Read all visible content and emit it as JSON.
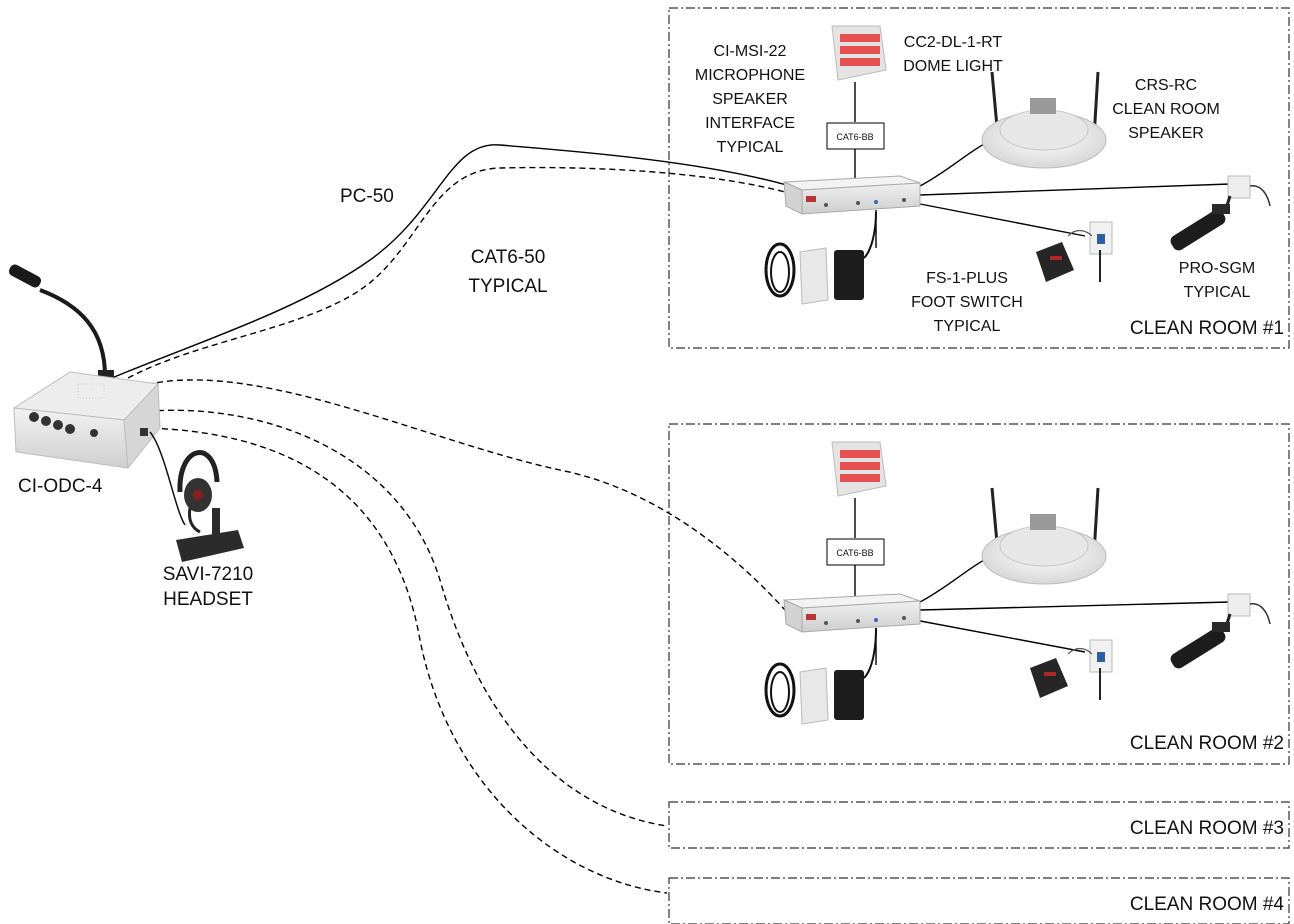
{
  "labels": {
    "console": "CI-ODC-4",
    "headset_line1": "SAVI-7210",
    "headset_line2": "HEADSET",
    "pc_cable": "PC-50",
    "cat_cable_line1": "CAT6-50",
    "cat_cable_line2": "TYPICAL",
    "interface_line1": "CI-MSI-22",
    "interface_line2": "MICROPHONE",
    "interface_line3": "SPEAKER",
    "interface_line4": "INTERFACE",
    "interface_line5": "TYPICAL",
    "dome_line1": "CC2-DL-1-RT",
    "dome_line2": "DOME LIGHT",
    "speaker_line1": "CRS-RC",
    "speaker_line2": "CLEAN ROOM",
    "speaker_line3": "SPEAKER",
    "footswitch_line1": "FS-1-PLUS",
    "footswitch_line2": "FOOT SWITCH",
    "footswitch_line3": "TYPICAL",
    "mic_line1": "PRO-SGM",
    "mic_line2": "TYPICAL",
    "breakout_box_1": "CAT6-BB",
    "breakout_box_2": "CAT6-BB"
  },
  "rooms": [
    {
      "label": "CLEAN ROOM #1"
    },
    {
      "label": "CLEAN ROOM #2"
    },
    {
      "label": "CLEAN ROOM #3"
    },
    {
      "label": "CLEAN ROOM #4"
    }
  ],
  "colors": {
    "device_body": "#e4e4e4",
    "dome_light_red": "#e65050",
    "cable": "#000000"
  }
}
